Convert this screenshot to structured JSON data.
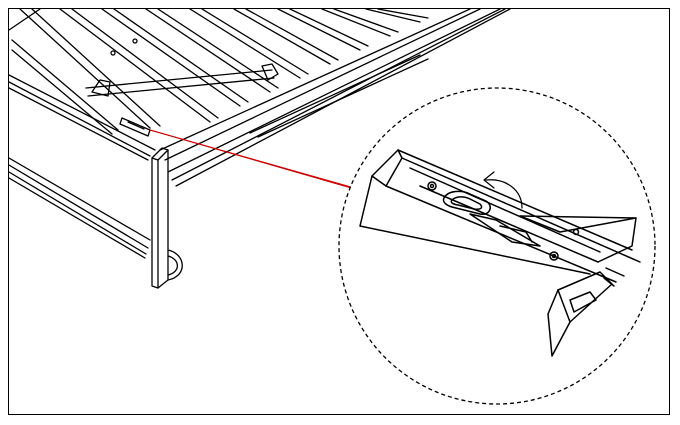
{
  "figure": {
    "icons": {
      "bed_frame": "bed-frame-slats-illustration",
      "callout": "magnified-detail-callout",
      "rotation_arrow": "rotation-arrow-icon",
      "leader": "leader-line"
    },
    "colors": {
      "stroke": "#000000",
      "leader_line": "#d00000",
      "background": "#ffffff"
    }
  }
}
